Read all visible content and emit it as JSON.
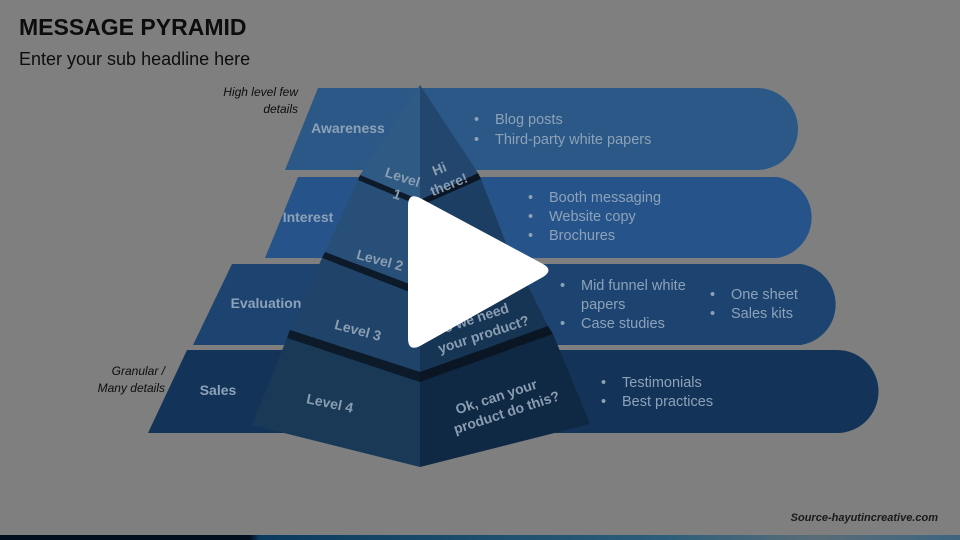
{
  "title": "MESSAGE PYRAMID",
  "subtitle": "Enter your sub headline here",
  "notes": {
    "top_line1": "High level few",
    "top_line2": "details",
    "bottom_line1": "Granular /",
    "bottom_line2": "Many details"
  },
  "bands": [
    {
      "label": "Awareness",
      "bullets": [
        "Blog posts",
        "Third-party white papers"
      ]
    },
    {
      "label": "Interest",
      "bullets": [
        "Booth messaging",
        "Website copy",
        "Brochures"
      ]
    },
    {
      "label": "Evaluation",
      "bullets": [
        "Mid funnel white",
        "papers",
        "Case studies"
      ],
      "bullets2": [
        "One sheet",
        "Sales kits"
      ]
    },
    {
      "label": "Sales",
      "bullets": [
        "Testimonials",
        "Best practices"
      ]
    }
  ],
  "pyramid": {
    "level1": [
      "Level",
      "1"
    ],
    "level1_msg": [
      "Hi",
      "there!"
    ],
    "level2": "Level 2",
    "level3": "Level 3",
    "level3_msg": [
      "Do we need",
      "your product?"
    ],
    "level4": "Level 4",
    "level4_msg": [
      "Ok, can your",
      "product do this?"
    ]
  },
  "source": "Source-hayutincreative.com",
  "colors": {
    "background": "#7f7f7f",
    "band1": "#2b5886",
    "band2": "#26548a",
    "band3": "#1d4470",
    "band4": "#133458"
  }
}
